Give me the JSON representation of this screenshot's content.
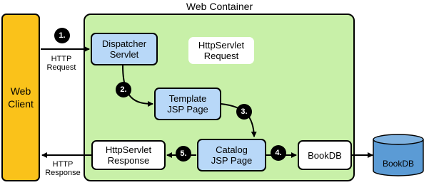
{
  "diagram": {
    "container_title": "Web Container",
    "client": {
      "label": "Web\nClient"
    },
    "nodes": {
      "dispatcher": "Dispatcher\nServlet",
      "request": "HttpServlet\nRequest",
      "template": "Template\nJSP Page",
      "catalog": "Catalog\nJSP Page",
      "response": "HttpServlet\nResponse",
      "bookdb_bean": "BookDB",
      "bookdb_db": "BookDB"
    },
    "edge_labels": {
      "http_request": "HTTP\nRequest",
      "http_response": "HTTP\nResponse"
    },
    "steps": [
      "1.",
      "2.",
      "3.",
      "4.",
      "5."
    ],
    "colors": {
      "container": "#c8f0a8",
      "client": "#fac21a",
      "jsp_node": "#b8d8f8",
      "plain_node": "#ffffff",
      "database": "#5b9bd5"
    }
  }
}
